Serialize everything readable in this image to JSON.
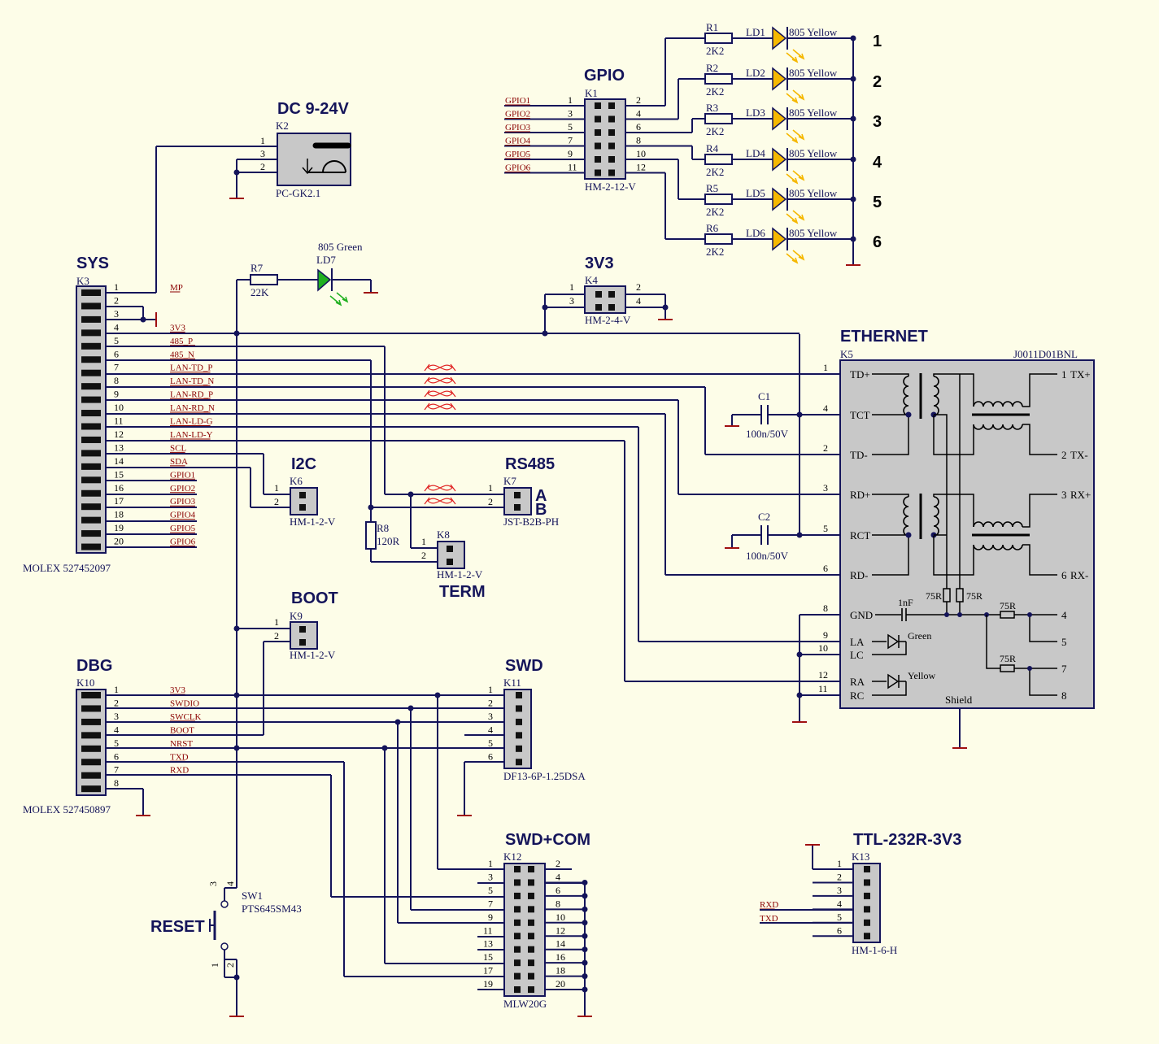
{
  "titles": {
    "gpio": "GPIO",
    "dc": "DC 9-24V",
    "sys": "SYS",
    "v33": "3V3",
    "ethernet": "ETHERNET",
    "i2c": "I2C",
    "rs485": "RS485",
    "boot": "BOOT",
    "dbg": "DBG",
    "swd": "SWD",
    "swdcom": "SWD+COM",
    "ttl": "TTL-232R-3V3",
    "reset": "RESET",
    "term": "TERM",
    "a": "A",
    "b": "B"
  },
  "components": {
    "k1": {
      "ref": "K1",
      "part": "HM-2-12-V"
    },
    "k2": {
      "ref": "K2",
      "part": "PC-GK2.1"
    },
    "k3": {
      "ref": "K3",
      "part": "MOLEX 527452097"
    },
    "k4": {
      "ref": "K4",
      "part": "HM-2-4-V"
    },
    "k5": {
      "ref": "K5",
      "part": "J0011D01BNL"
    },
    "k6": {
      "ref": "K6",
      "part": "HM-1-2-V"
    },
    "k7": {
      "ref": "K7",
      "part": "JST-B2B-PH"
    },
    "k8": {
      "ref": "K8",
      "part": "HM-1-2-V"
    },
    "k9": {
      "ref": "K9",
      "part": "HM-1-2-V"
    },
    "k10": {
      "ref": "K10",
      "part": "MOLEX 527450897"
    },
    "k11": {
      "ref": "K11",
      "part": "DF13-6P-1.25DSA"
    },
    "k12": {
      "ref": "K12",
      "part": "MLW20G"
    },
    "k13": {
      "ref": "K13",
      "part": "HM-1-6-H"
    },
    "r7": {
      "ref": "R7",
      "value": "22K"
    },
    "r8": {
      "ref": "R8",
      "value": "120R"
    },
    "ld7": {
      "ref": "LD7",
      "value": "805 Green"
    },
    "c1": {
      "ref": "C1",
      "value": "100n/50V"
    },
    "c2": {
      "ref": "C2",
      "value": "100n/50V"
    },
    "sw1": {
      "ref": "SW1",
      "part": "PTS645SM43"
    }
  },
  "gpio_leds": [
    {
      "r": "R1",
      "rv": "2K2",
      "ld": "LD1",
      "lv": "805 Yellow",
      "n": "1"
    },
    {
      "r": "R2",
      "rv": "2K2",
      "ld": "LD2",
      "lv": "805 Yellow",
      "n": "2"
    },
    {
      "r": "R3",
      "rv": "2K2",
      "ld": "LD3",
      "lv": "805 Yellow",
      "n": "3"
    },
    {
      "r": "R4",
      "rv": "2K2",
      "ld": "LD4",
      "lv": "805 Yellow",
      "n": "4"
    },
    {
      "r": "R5",
      "rv": "2K2",
      "ld": "LD5",
      "lv": "805 Yellow",
      "n": "5"
    },
    {
      "r": "R6",
      "rv": "2K2",
      "ld": "LD6",
      "lv": "805 Yellow",
      "n": "6"
    }
  ],
  "gpio_nets": [
    "GPIO1",
    "GPIO2",
    "GPIO3",
    "GPIO4",
    "GPIO5",
    "GPIO6"
  ],
  "sys_nets": [
    "MP",
    "",
    "",
    "3V3",
    "485_P",
    "485_N",
    "LAN-TD_P",
    "LAN-TD_N",
    "LAN-RD_P",
    "LAN-RD_N",
    "LAN-LD-G",
    "LAN-LD-Y",
    "SCL",
    "SDA",
    "GPIO1",
    "GPIO2",
    "GPIO3",
    "GPIO4",
    "GPIO5",
    "GPIO6"
  ],
  "dbg_nets": [
    "3V3",
    "SWDIO",
    "SWCLK",
    "BOOT",
    "NRST",
    "TXD",
    "RXD",
    ""
  ],
  "ttl_nets": [
    "RXD",
    "TXD"
  ],
  "ethernet_pins": {
    "left": [
      "TD+",
      "TCT",
      "TD-",
      "RD+",
      "RCT",
      "RD-",
      "GND",
      "LA",
      "LC",
      "RA",
      "RC"
    ],
    "right": [
      "TX+",
      "TX-",
      "RX+",
      "RX-"
    ],
    "shield": "Shield",
    "green": "Green",
    "yellow": "Yellow",
    "r75": "75R",
    "c1nf": "1nF"
  }
}
